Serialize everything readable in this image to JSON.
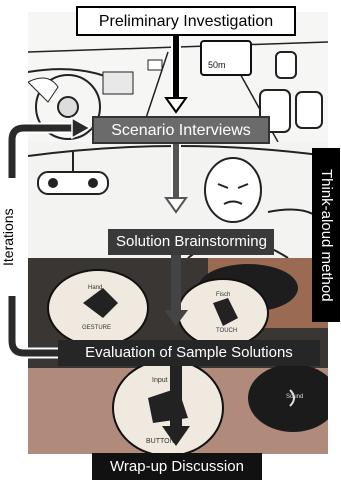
{
  "stages": [
    "Preliminary Investigation",
    "Scenario Interviews",
    "Solution Brainstorming",
    "Evaluation of Sample Solutions",
    "Wrap-up Discussion"
  ],
  "side_labels": {
    "left": "Iterations",
    "right": "Think-aloud method"
  },
  "sketch_texts": {
    "sign_distance": "50m"
  },
  "photo_texts": {
    "gesture_button": "GESTURE",
    "gesture_sublabel": "Hand",
    "touch_button": "TOUCH",
    "touch_sublabel": "Fisch",
    "input_label": "Input",
    "button_label": "BUTTON",
    "sound_label": "Sound"
  }
}
